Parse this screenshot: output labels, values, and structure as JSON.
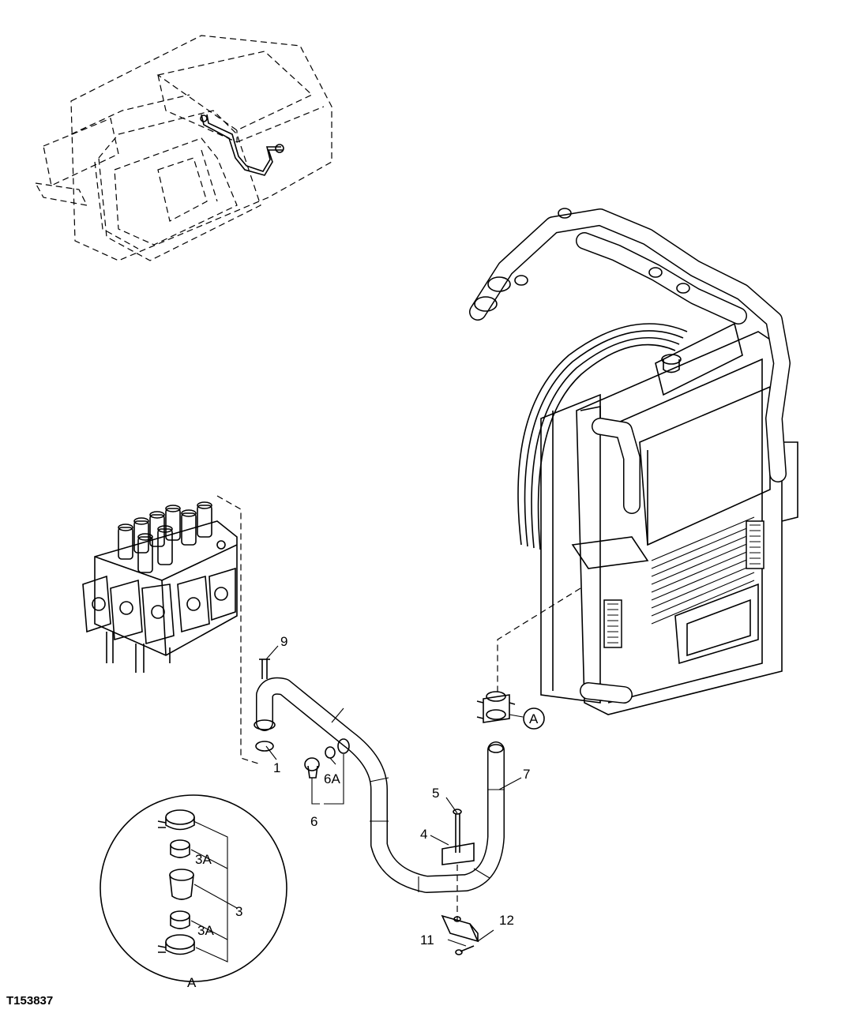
{
  "figure_id": "T153837",
  "detail_label": "A",
  "callouts": {
    "c1": "1",
    "c3": "3",
    "c3a_top": "3A",
    "c3a_bottom": "3A",
    "c4": "4",
    "c5": "5",
    "c6": "6",
    "c6a": "6A",
    "c7": "7",
    "c9": "9",
    "c11": "11",
    "c12": "12",
    "detail_ref": "A"
  }
}
